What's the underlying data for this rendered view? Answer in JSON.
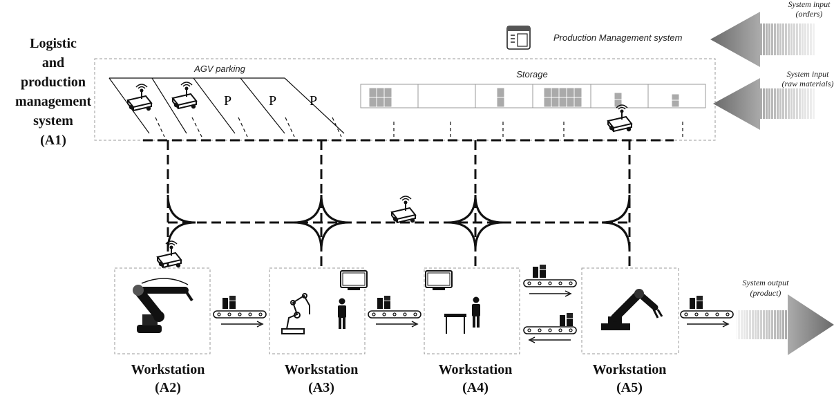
{
  "title_block": {
    "line1": "Logistic",
    "line2": "and",
    "line3": "production",
    "line4": "management",
    "line5": "system",
    "line6": "(A1)"
  },
  "pms": {
    "label": "Production Management system"
  },
  "inputs": {
    "orders_line1": "System input",
    "orders_line2": "(orders)",
    "raw_line1": "System input",
    "raw_line2": "(raw materials)"
  },
  "output": {
    "line1": "System output",
    "line2": "(product)"
  },
  "areas": {
    "parking": "AGV parking",
    "storage": "Storage"
  },
  "parking_slots": [
    "P",
    "P",
    "P"
  ],
  "workstations": [
    {
      "label": "Workstation",
      "id": "(A2)"
    },
    {
      "label": "Workstation",
      "id": "(A3)"
    },
    {
      "label": "Workstation",
      "id": "(A4)"
    },
    {
      "label": "Workstation",
      "id": "(A5)"
    }
  ],
  "colors": {
    "line": "#111111",
    "dash_box": "#999999",
    "arrow_dark": "#666666",
    "arrow_light": "#eeeeee",
    "storage_block": "#aaaaaa"
  },
  "icons": [
    "window-icon",
    "agv-icon",
    "robot-arm-icon",
    "worker-icon",
    "monitor-icon",
    "conveyor-icon",
    "box-icon"
  ]
}
